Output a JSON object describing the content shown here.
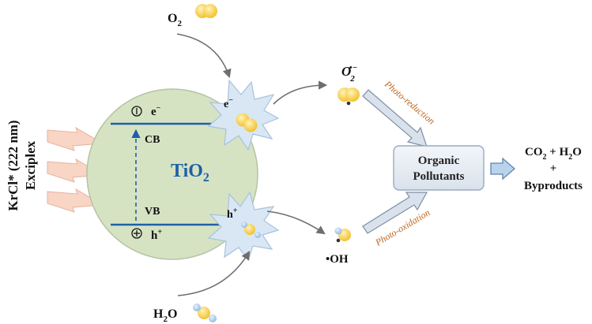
{
  "source_label": {
    "line1": "KrCl* (222 nm)",
    "line2": "Exciplex"
  },
  "particle": {
    "label": "TiO",
    "sub": "2"
  },
  "bands": {
    "cb": "CB",
    "vb": "VB"
  },
  "carriers": {
    "electron": {
      "base": "e",
      "sup": "−"
    },
    "hole": {
      "base": "h",
      "sup": "+"
    },
    "minus_sign": "−",
    "plus_sign": "+"
  },
  "species": {
    "o2_in": {
      "base": "O",
      "sub": "2"
    },
    "h2o_in": {
      "base": "H",
      "sub": "2",
      "tail": "O"
    },
    "superoxide": {
      "base": "O",
      "sub": "2",
      "sup": "•−"
    },
    "hydroxyl": "•OH"
  },
  "processes": {
    "reduction": "Photo-reduction",
    "oxidation": "Photo-oxidation"
  },
  "target": {
    "line1": "Organic",
    "line2": "Pollutants"
  },
  "products": {
    "co2": {
      "base": "CO",
      "sub": "2"
    },
    "plus_a": " + ",
    "h2o": {
      "base": "H",
      "sub": "2",
      "tail": "O"
    },
    "plus_b": "+",
    "byproducts": "Byproducts"
  },
  "colors": {
    "particle_fill": "#d6e3c3",
    "particle_stroke": "#b6c2a4",
    "band_line": "#1f5fa6",
    "tio2_text": "#1f5fa6",
    "process_text": "#c0651d",
    "box_fill": "#e6ecf3",
    "box_stroke": "#9aaabd",
    "lightning_fill": "#f8d5c4",
    "lightning_stroke": "#e7b49e",
    "star_fill": "#d9e7f5",
    "star_stroke": "#a8c2dd",
    "atom_yellow": "#f7c93b",
    "atom_blue": "#a9c9e9",
    "arrow_grey": "#6e6e6e"
  }
}
